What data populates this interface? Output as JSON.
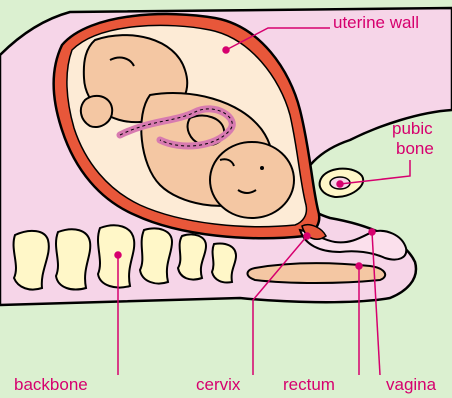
{
  "labels": {
    "uterine_wall": "uterine wall",
    "pubic_bone_line1": "pubic",
    "pubic_bone_line2": "bone",
    "backbone": "backbone",
    "cervix": "cervix",
    "rectum": "rectum",
    "vagina": "vagina"
  },
  "colors": {
    "background": "#dbf0d0",
    "body": "#f6d5e8",
    "uterus_wall": "#e8573a",
    "amniotic": "#fdebd6",
    "skin": "#f4c7a3",
    "bone": "#fff7c8",
    "cord": "#d77ab0",
    "label": "#d6006e"
  }
}
